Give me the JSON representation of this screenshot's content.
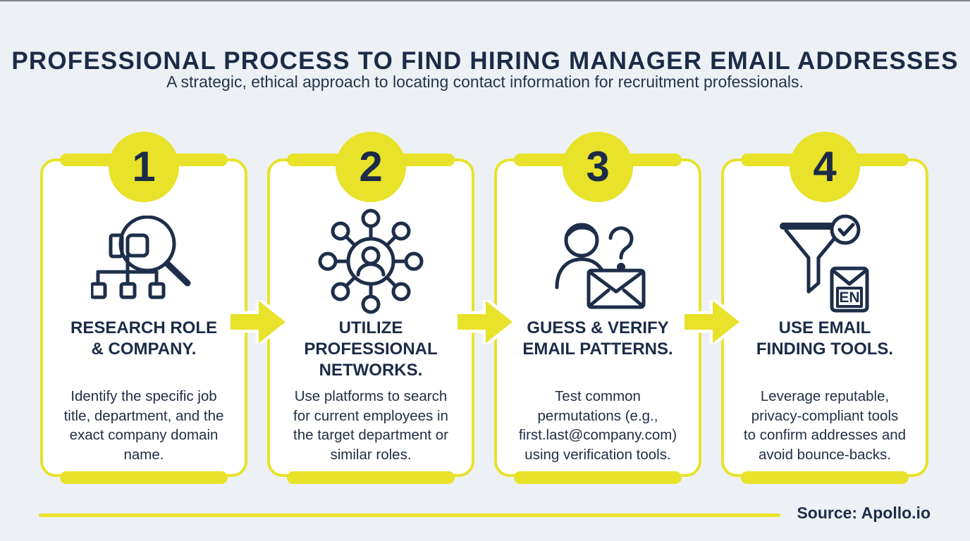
{
  "page": {
    "title": "PROFESSIONAL PROCESS TO FIND HIRING MANAGER EMAIL ADDRESSES",
    "subtitle": "A strategic, ethical approach to locating contact information for recruitment professionals.",
    "source_label": "Source: Apollo.io"
  },
  "colors": {
    "background": "#edf1f5",
    "card_background": "#ffffff",
    "accent_yellow": "#e8e22a",
    "navy_text": "#1c2b47"
  },
  "steps": [
    {
      "number": "1",
      "icon": "magnifier-org-chart-icon",
      "title": "RESEARCH ROLE\n& COMPANY.",
      "description": "Identify the specific job\ntitle, department, and the\nexact company domain\nname."
    },
    {
      "number": "2",
      "icon": "professional-network-icon",
      "title": "UTILIZE\nPROFESSIONAL\nNETWORKS.",
      "description": "Use platforms to search\nfor current employees in\nthe target department or\nsimilar roles."
    },
    {
      "number": "3",
      "icon": "person-question-envelope-icon",
      "title": "GUESS & VERIFY\nEMAIL PATTERNS.",
      "description": "Test common\npermutations (e.g.,\nfirst.last@company.com)\nusing verification tools."
    },
    {
      "number": "4",
      "icon": "funnel-check-envelope-icon",
      "title": "USE EMAIL\nFINDING TOOLS.",
      "description": "Leverage reputable,\nprivacy-compliant tools\nto confirm addresses and\navoid bounce-backs.",
      "envelope_label": "EN"
    }
  ]
}
